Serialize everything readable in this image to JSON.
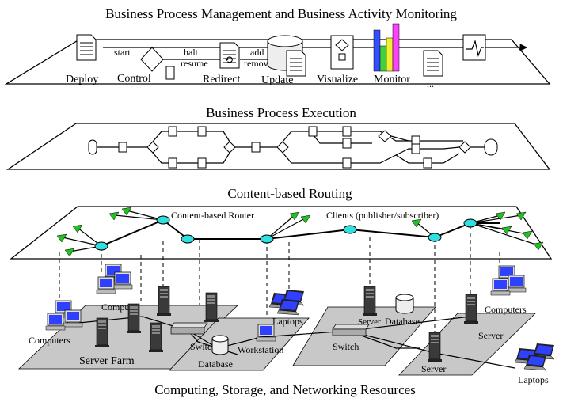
{
  "titles": {
    "top": "Business Process Management and Business Activity Monitoring",
    "middle": "Business Process Execution",
    "routing": "Content-based Routing",
    "bottom": "Computing, Storage, and Networking Resources"
  },
  "bpm": {
    "deploy": "Deploy",
    "start": "start",
    "control": "Control",
    "halt": "halt",
    "resume": "resume",
    "redirect": "Redirect",
    "add": "add",
    "remove": "remove",
    "update": "Update",
    "visualize": "Visualize",
    "monitor": "Monitor",
    "ellipsis": "..."
  },
  "routing": {
    "router": "Content-based Router",
    "clients": "Clients (publisher/subscriber)"
  },
  "resources": {
    "computer": "Computer",
    "computers_left": "Computers",
    "server_farm": "Server Farm",
    "switch_left": "Switch",
    "database_left": "Database",
    "workstation": "Workstation",
    "laptops_mid": "Laptops",
    "server_mid": "Server",
    "database_mid": "Database",
    "switch_mid": "Switch",
    "computers_right": "Computers",
    "server_right": "Server",
    "server_bottom": "Server",
    "laptops_right": "Laptops"
  },
  "colors": {
    "router_node": "#30e0e0",
    "client_node": "#22c022",
    "gray_plane": "#c8c8c8",
    "bar_blue": "#3050ff",
    "bar_green": "#40d040",
    "bar_yellow": "#f0f030",
    "bar_magenta": "#ff40ff",
    "screen": "#3040ff"
  }
}
